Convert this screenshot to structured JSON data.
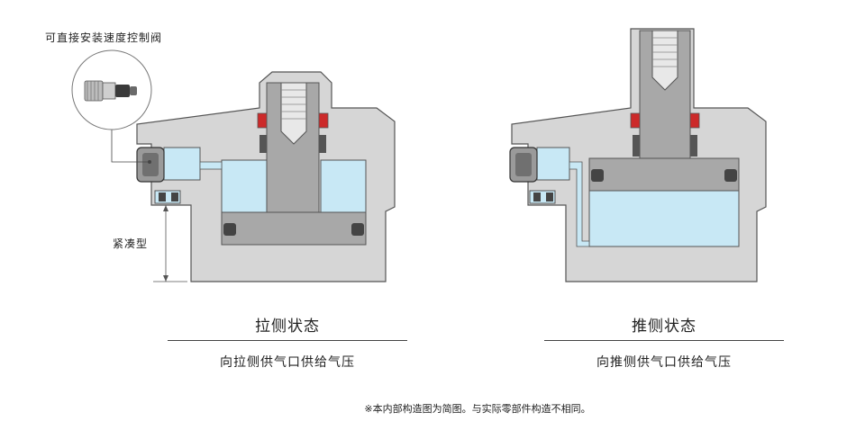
{
  "labels": {
    "valve": "可直接安装速度控制阀",
    "compact": "紧凑型"
  },
  "panels": [
    {
      "title": "拉侧状态",
      "description": "向拉侧供气口供给气压"
    },
    {
      "title": "推侧状态",
      "description": "向推侧供气口供给气压"
    }
  ],
  "note": "※本内部构造图为简图。与实际零部件构造不相同。",
  "colors": {
    "body": "#d6d6d6",
    "outline": "#555555",
    "air": "#c8e8f5",
    "piston": "#a8a8a8",
    "seal": "#444444",
    "red_seal": "#cc2a2a",
    "fitting": "#9a9a9a"
  }
}
